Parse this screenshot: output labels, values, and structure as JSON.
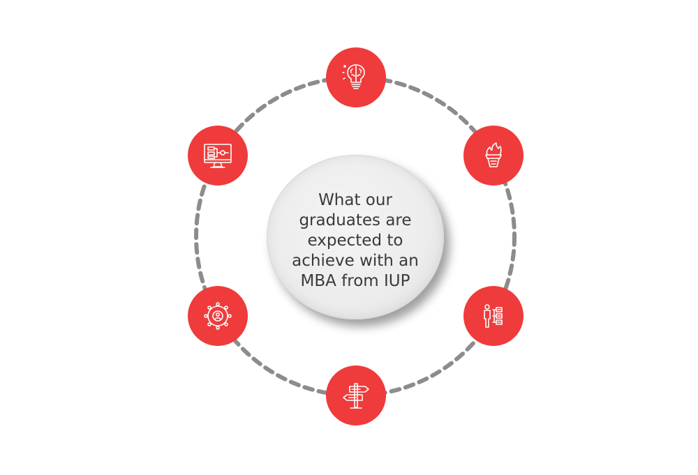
{
  "center_title": "What our graduates are expected to achieve with an MBA from IUP",
  "colors": {
    "node_fill": "#ef3b3b",
    "icon_stroke": "#ffffff",
    "ring_dash": "#8c8c8c",
    "center_text": "#3a3a3a"
  },
  "nodes": [
    {
      "position": "top",
      "icon": "brain-lightbulb-icon"
    },
    {
      "position": "upper-right",
      "icon": "torch-flame-icon"
    },
    {
      "position": "lower-right",
      "icon": "person-hierarchy-icon"
    },
    {
      "position": "bottom",
      "icon": "signpost-arrows-icon"
    },
    {
      "position": "lower-left",
      "icon": "people-network-icon"
    },
    {
      "position": "upper-left",
      "icon": "computer-flowchart-icon"
    }
  ]
}
